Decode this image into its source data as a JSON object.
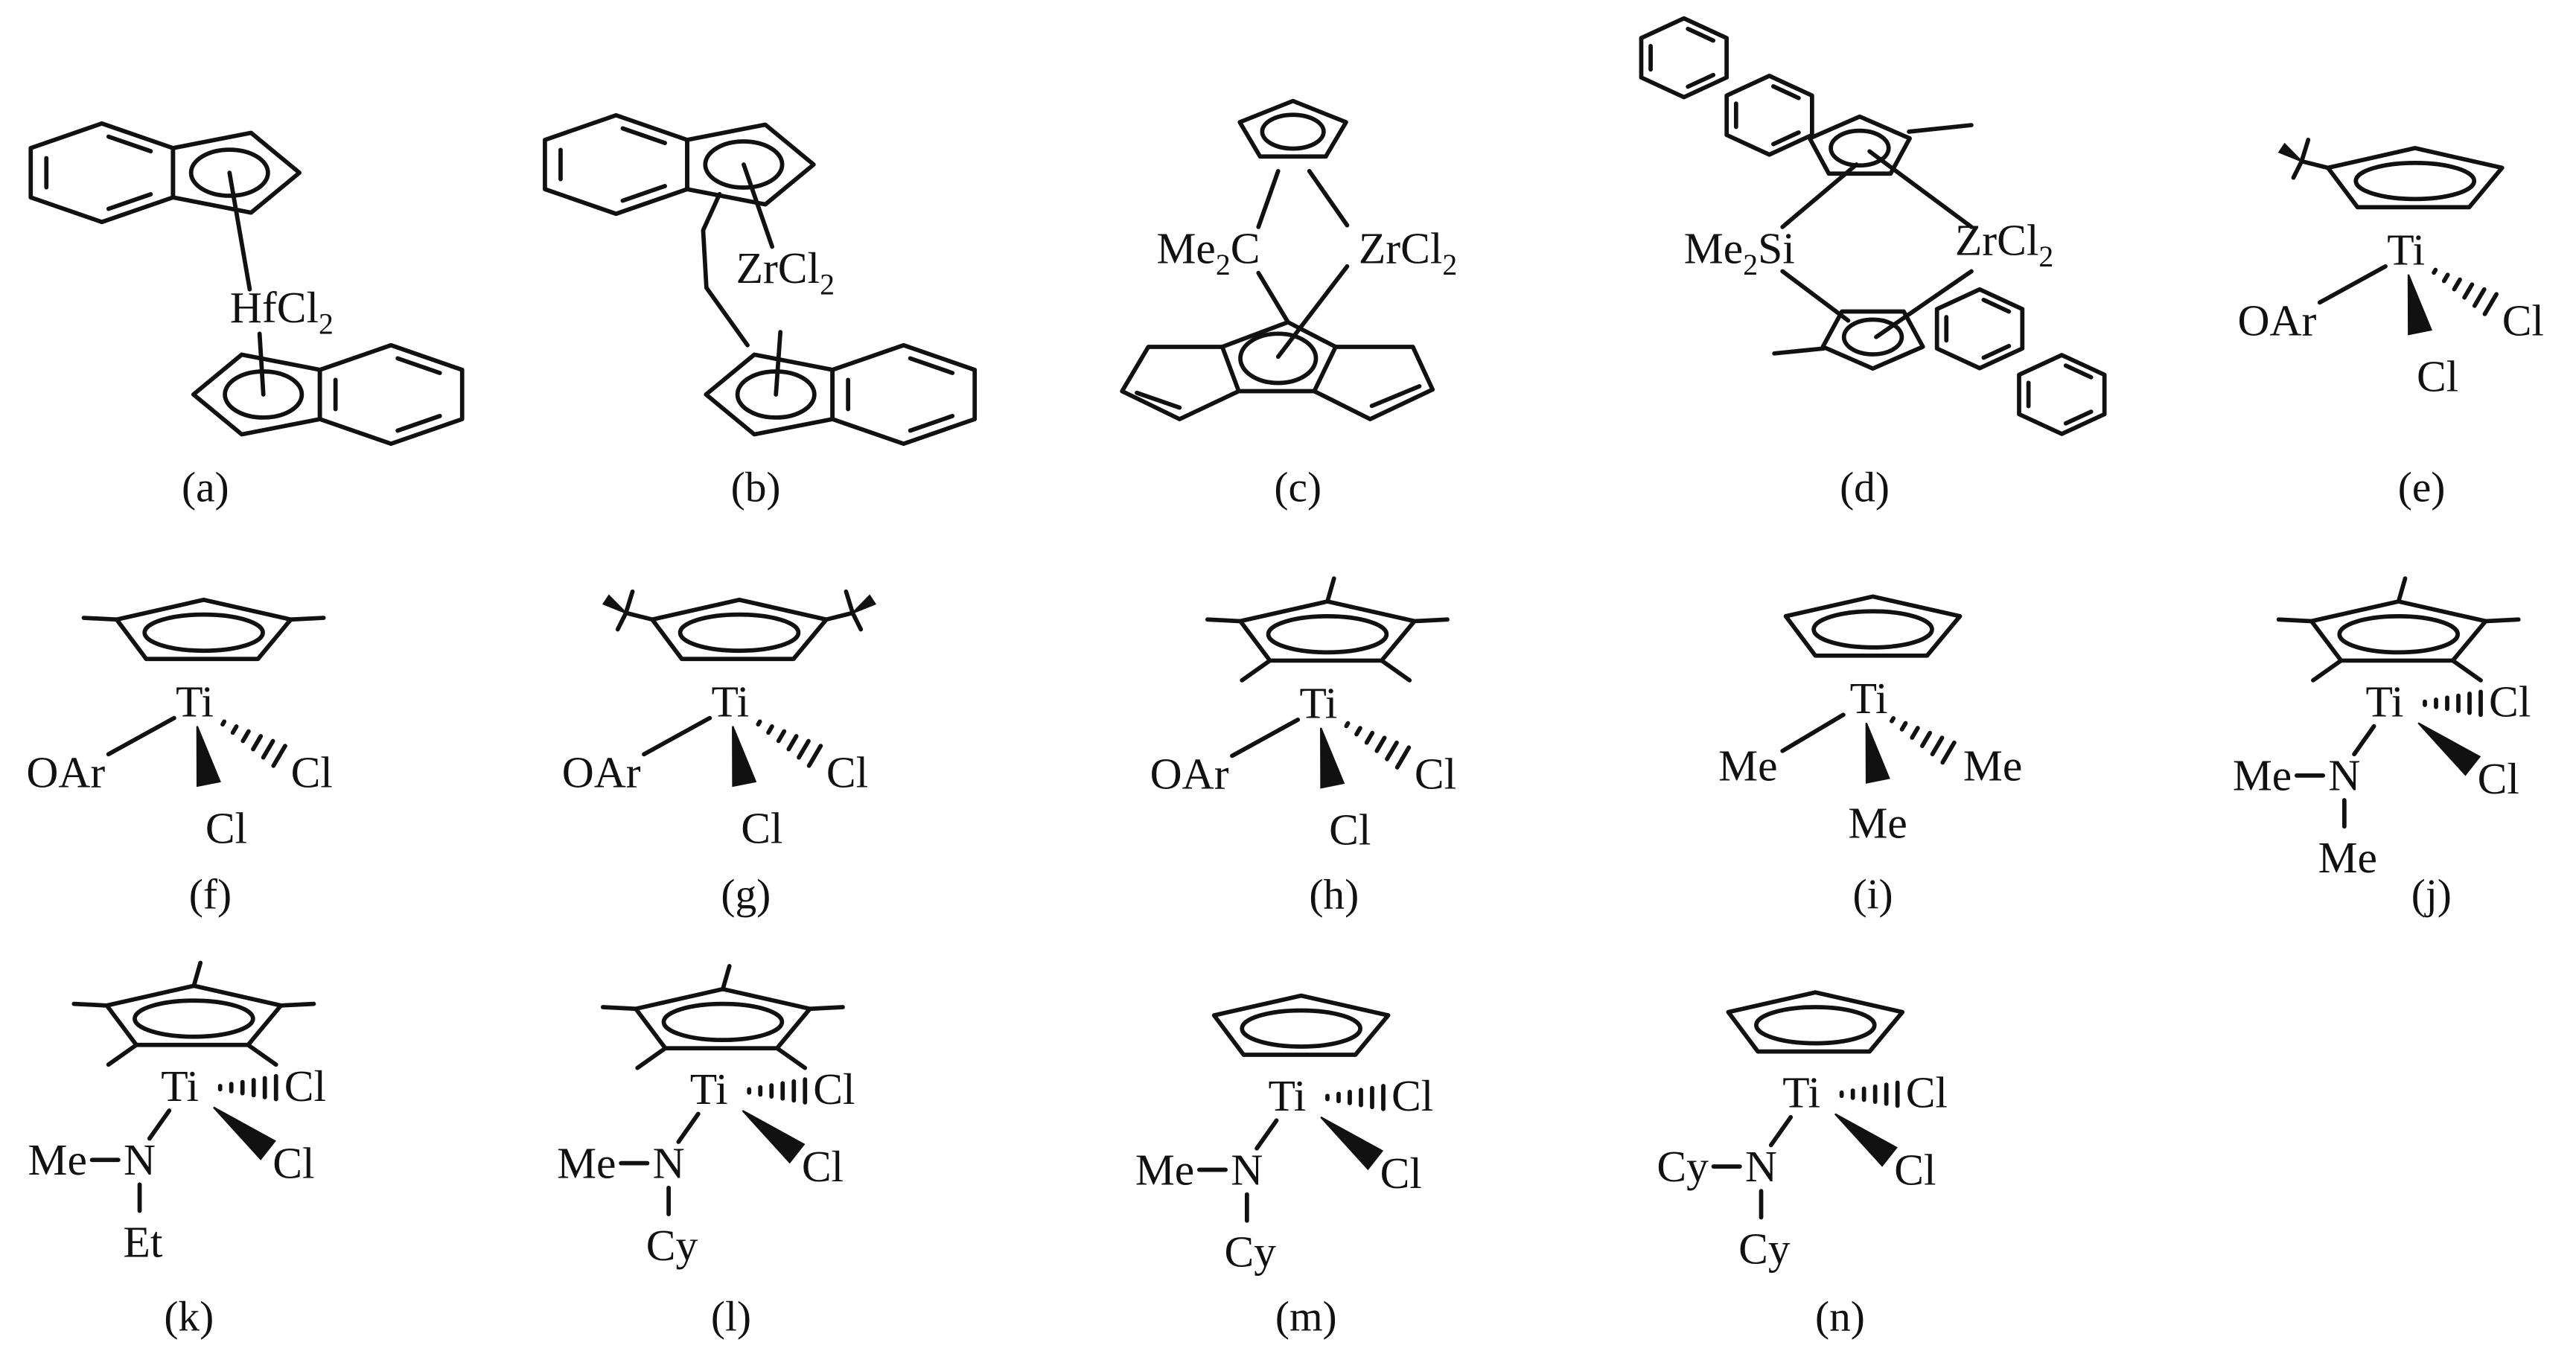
{
  "figure": {
    "structures": [
      {
        "caption": "(a)",
        "labels": [
          [
            "HfCl",
            "2"
          ]
        ]
      },
      {
        "caption": "(b)",
        "labels": [
          [
            "ZrCl",
            "2"
          ]
        ]
      },
      {
        "caption": "(c)",
        "labels": [
          [
            "Me",
            "2",
            "C"
          ],
          [
            "ZrCl",
            "2"
          ]
        ]
      },
      {
        "caption": "(d)",
        "labels": [
          [
            "Me",
            "2",
            "Si"
          ],
          [
            "ZrCl",
            "2"
          ]
        ]
      },
      {
        "caption": "(e)",
        "labels": [
          [
            "Ti"
          ],
          [
            "OAr"
          ],
          [
            "Cl"
          ],
          [
            "Cl"
          ]
        ]
      },
      {
        "caption": "(f)",
        "labels": [
          [
            "Ti"
          ],
          [
            "OAr"
          ],
          [
            "Cl"
          ],
          [
            "Cl"
          ]
        ]
      },
      {
        "caption": "(g)",
        "labels": [
          [
            "Ti"
          ],
          [
            "OAr"
          ],
          [
            "Cl"
          ],
          [
            "Cl"
          ]
        ]
      },
      {
        "caption": "(h)",
        "labels": [
          [
            "Ti"
          ],
          [
            "OAr"
          ],
          [
            "Cl"
          ],
          [
            "Cl"
          ]
        ]
      },
      {
        "caption": "(i)",
        "labels": [
          [
            "Ti"
          ],
          [
            "Me"
          ],
          [
            "Me"
          ],
          [
            "Me"
          ]
        ]
      },
      {
        "caption": "(j)",
        "labels": [
          [
            "Ti"
          ],
          [
            "Cl"
          ],
          [
            "Cl"
          ],
          [
            "N"
          ],
          [
            "Me"
          ],
          [
            "Me"
          ]
        ]
      },
      {
        "caption": "(k)",
        "labels": [
          [
            "Ti"
          ],
          [
            "Cl"
          ],
          [
            "Cl"
          ],
          [
            "N"
          ],
          [
            "Me"
          ],
          [
            "Et"
          ]
        ]
      },
      {
        "caption": "(l)",
        "labels": [
          [
            "Ti"
          ],
          [
            "Cl"
          ],
          [
            "Cl"
          ],
          [
            "N"
          ],
          [
            "Me"
          ],
          [
            "Cy"
          ]
        ]
      },
      {
        "caption": "(m)",
        "labels": [
          [
            "Ti"
          ],
          [
            "Cl"
          ],
          [
            "Cl"
          ],
          [
            "N"
          ],
          [
            "Me"
          ],
          [
            "Cy"
          ]
        ]
      },
      {
        "caption": "(n)",
        "labels": [
          [
            "Ti"
          ],
          [
            "Cl"
          ],
          [
            "Cl"
          ],
          [
            "N"
          ],
          [
            "Cy"
          ],
          [
            "Cy"
          ]
        ]
      }
    ]
  }
}
